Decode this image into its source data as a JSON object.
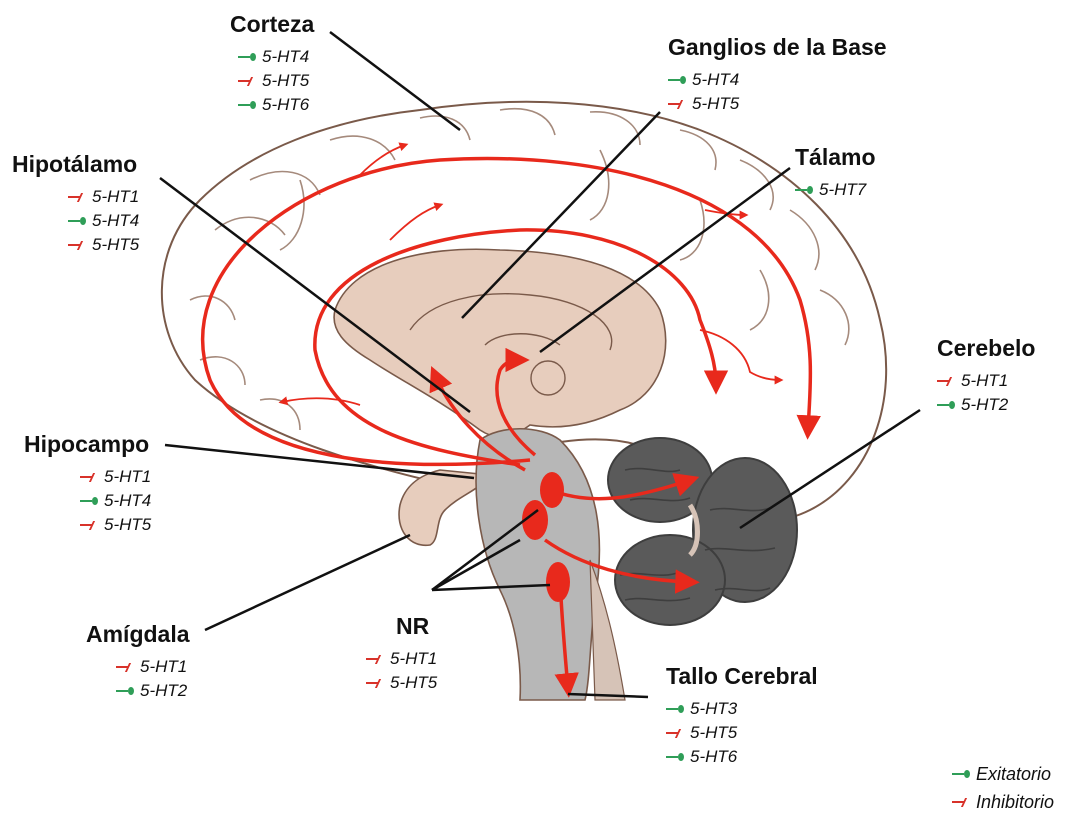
{
  "regions": {
    "corteza": {
      "title": "Corteza",
      "receptors": [
        {
          "type": "exc",
          "label": "5-HT4"
        },
        {
          "type": "inh",
          "label": "5-HT5"
        },
        {
          "type": "exc",
          "label": "5-HT6"
        }
      ]
    },
    "ganglios": {
      "title": "Ganglios de la Base",
      "receptors": [
        {
          "type": "exc",
          "label": "5-HT4"
        },
        {
          "type": "inh",
          "label": "5-HT5"
        }
      ]
    },
    "talamo": {
      "title": "Tálamo",
      "receptors": [
        {
          "type": "exc",
          "label": "5-HT7"
        }
      ]
    },
    "hipotalamo": {
      "title": "Hipotálamo",
      "receptors": [
        {
          "type": "inh",
          "label": "5-HT1"
        },
        {
          "type": "exc",
          "label": "5-HT4"
        },
        {
          "type": "inh",
          "label": "5-HT5"
        }
      ]
    },
    "cerebelo": {
      "title": "Cerebelo",
      "receptors": [
        {
          "type": "inh",
          "label": "5-HT1"
        },
        {
          "type": "exc",
          "label": "5-HT2"
        }
      ]
    },
    "hipocampo": {
      "title": "Hipocampo",
      "receptors": [
        {
          "type": "inh",
          "label": "5-HT1"
        },
        {
          "type": "exc",
          "label": "5-HT4"
        },
        {
          "type": "inh",
          "label": "5-HT5"
        }
      ]
    },
    "amigdala": {
      "title": "Amígdala",
      "receptors": [
        {
          "type": "inh",
          "label": "5-HT1"
        },
        {
          "type": "exc",
          "label": "5-HT2"
        }
      ]
    },
    "nr": {
      "title": "NR",
      "receptors": [
        {
          "type": "inh",
          "label": "5-HT1"
        },
        {
          "type": "inh",
          "label": "5-HT5"
        }
      ]
    },
    "tallo": {
      "title": "Tallo Cerebral",
      "receptors": [
        {
          "type": "exc",
          "label": "5-HT3"
        },
        {
          "type": "inh",
          "label": "5-HT5"
        },
        {
          "type": "exc",
          "label": "5-HT6"
        }
      ]
    }
  },
  "legend": {
    "excitatory": "Exitatorio",
    "inhibitory": "Inhibitorio"
  },
  "colors": {
    "excitatory": "#2f9e58",
    "inhibitory": "#d8322a",
    "pathway": "#e8291c",
    "cerebellum": "#5a5a5a",
    "brainstem": "#b7b7b7",
    "deep_structures": "#e7cdbd",
    "outline": "#7a5a4a"
  }
}
